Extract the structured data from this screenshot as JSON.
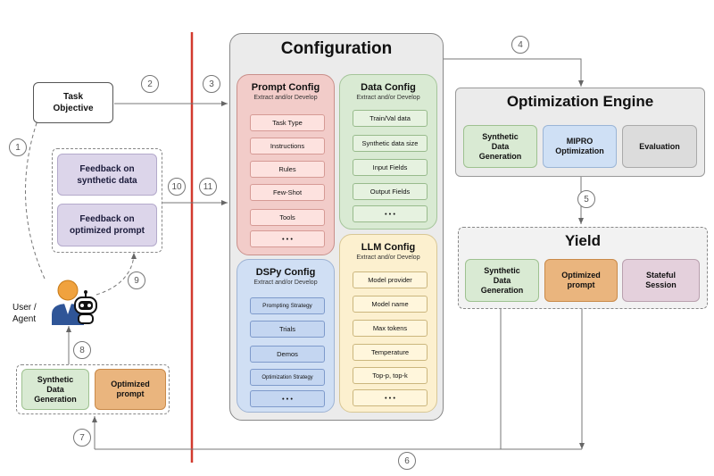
{
  "task_objective": "Task\nObjective",
  "feedback_synthetic": "Feedback on\nsynthetic data",
  "feedback_prompt": "Feedback on\noptimized prompt",
  "user_label": "User /\nAgent",
  "bottom_left": {
    "synthetic": "Synthetic\nData\nGeneration",
    "optimized": "Optimized\nprompt"
  },
  "configuration": {
    "title": "Configuration",
    "prompt_config": {
      "title": "Prompt Config",
      "subtitle": "Extract and/or Develop",
      "items": [
        "Task Type",
        "Instructions",
        "Rules",
        "Few-Shot",
        "Tools",
        "• • •"
      ]
    },
    "data_config": {
      "title": "Data Config",
      "subtitle": "Extract and/or Develop",
      "items": [
        "Train/Val data",
        "Synthetic data size",
        "Input Fields",
        "Output Fields",
        "• • •"
      ]
    },
    "dspy_config": {
      "title": "DSPy Config",
      "subtitle": "Extract and/or Develop",
      "items": [
        "Prompting Strategy",
        "Trials",
        "Demos",
        "Optimization Strategy",
        "• • •"
      ]
    },
    "llm_config": {
      "title": "LLM Config",
      "subtitle": "Extract and/or Develop",
      "items": [
        "Model provider",
        "Model name",
        "Max tokens",
        "Temperature",
        "Top-p, top-k",
        "• • •"
      ]
    }
  },
  "optimization_engine": {
    "title": "Optimization Engine",
    "boxes": [
      "Synthetic\nData\nGeneration",
      "MIPRO\nOptimization",
      "Evaluation"
    ]
  },
  "yield": {
    "title": "Yield",
    "boxes": [
      "Synthetic\nData\nGeneration",
      "Optimized\nprompt",
      "Stateful\nSession"
    ]
  },
  "steps": [
    "1",
    "2",
    "3",
    "4",
    "5",
    "6",
    "7",
    "8",
    "9",
    "10",
    "11"
  ]
}
